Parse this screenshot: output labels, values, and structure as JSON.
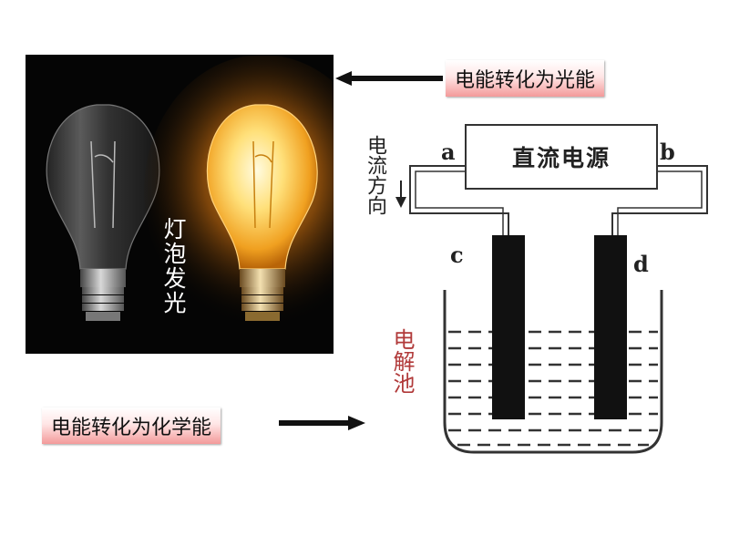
{
  "photo": {
    "caption": "灯泡发光"
  },
  "tags": {
    "light": "电能转化为光能",
    "chemical": "电能转化为化学能"
  },
  "electrolysis": {
    "power_supply": "直流电源",
    "terminal_a": "a",
    "terminal_b": "b",
    "electrode_c": "c",
    "electrode_d": "d",
    "current_direction": "电流方向",
    "cell_label": "电解池"
  },
  "colors": {
    "tag_gradient_end": "#f39a9a",
    "cell_label": "#b13a3a",
    "bulb_glow": "#ffb020"
  }
}
